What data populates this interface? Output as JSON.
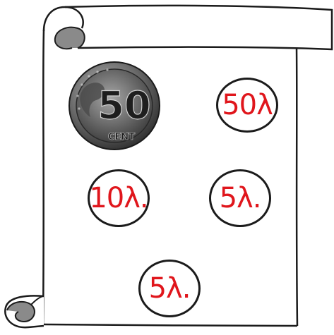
{
  "image": {
    "description_labels": {
      "scroll": "scroll",
      "euro_coin": "euro coin"
    }
  },
  "coin_image": {
    "denomination_text": "50",
    "unit_text": "CENT"
  },
  "coins": [
    {
      "label": "50λ"
    },
    {
      "label": "10λ."
    },
    {
      "label": "5λ."
    },
    {
      "label": "5λ."
    }
  ],
  "colors": {
    "ink": "#1b1b1b",
    "label_red": "#e0161c",
    "paper": "#ffffff",
    "scroll_shadow": "#8a8a8a"
  },
  "icons": [
    "scroll-icon",
    "euro-coin-icon"
  ]
}
